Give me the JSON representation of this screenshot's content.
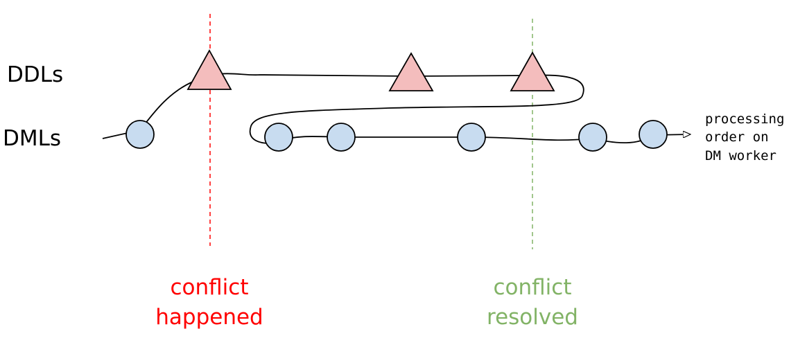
{
  "rows": {
    "ddl_label": "DDLs",
    "dml_label": "DMLs"
  },
  "note": {
    "line1": "processing",
    "line2": "order on",
    "line3": "DM worker"
  },
  "markers": {
    "happened_line1": "conflict",
    "happened_line2": "happened",
    "resolved_line1": "conflict",
    "resolved_line2": "resolved"
  },
  "colors": {
    "ddl_fill": "#f4bdbd",
    "dml_fill": "#c8dcf0",
    "stroke": "#000000",
    "happened": "#ff0000",
    "resolved": "#82b366"
  }
}
